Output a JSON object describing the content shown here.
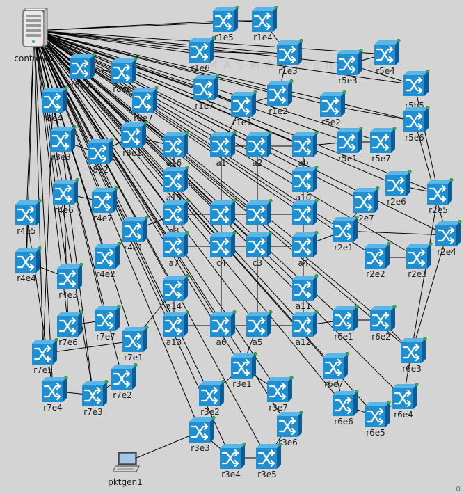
{
  "colors": {
    "background": "#d4d4d4",
    "switch_face": "#1f8fd2",
    "switch_top": "#5bb6e8",
    "switch_side": "#0b5d98",
    "link": "#000000",
    "port_led": "#3cb34a"
  },
  "watermark": "MASMAS scheme",
  "corner_text": "0.",
  "controller": {
    "label": "controller",
    "icon": "server-icon"
  },
  "hosts": [
    {
      "id": "pktgen1",
      "label": "pktgen1",
      "icon": "laptop-icon"
    }
  ],
  "switches": [
    {
      "id": "r1e5",
      "label": "r1e5"
    },
    {
      "id": "r1e4",
      "label": "r1e4"
    },
    {
      "id": "r1e6",
      "label": "r1e6"
    },
    {
      "id": "r1e3",
      "label": "r1e3"
    },
    {
      "id": "r1e7",
      "label": "r1e7"
    },
    {
      "id": "r1e2",
      "label": "r1e2"
    },
    {
      "id": "r1e1",
      "label": "r1e1"
    },
    {
      "id": "r8e5",
      "label": "r8e5"
    },
    {
      "id": "r8e6",
      "label": "r8e6"
    },
    {
      "id": "r8e7",
      "label": "r8e7"
    },
    {
      "id": "r8e4",
      "label": "r8e4"
    },
    {
      "id": "r8e3",
      "label": "r8e3"
    },
    {
      "id": "r8e2",
      "label": "r8e2"
    },
    {
      "id": "r8e1",
      "label": "r8e1"
    },
    {
      "id": "r5e4",
      "label": "r5e4"
    },
    {
      "id": "r5e3",
      "label": "r5e3"
    },
    {
      "id": "r5b5",
      "label": "r5b5"
    },
    {
      "id": "r5e2",
      "label": "r5e2"
    },
    {
      "id": "r5e6",
      "label": "r5e6"
    },
    {
      "id": "r5e1",
      "label": "r5e1"
    },
    {
      "id": "r5e7",
      "label": "r5e7"
    },
    {
      "id": "a16",
      "label": "a16"
    },
    {
      "id": "a1",
      "label": "a1"
    },
    {
      "id": "a2",
      "label": "a2"
    },
    {
      "id": "ab",
      "label": "ab"
    },
    {
      "id": "a10",
      "label": "a10"
    },
    {
      "id": "a15",
      "label": "a15"
    },
    {
      "id": "a8",
      "label": "a8"
    },
    {
      "id": "c1",
      "label": ""
    },
    {
      "id": "c2",
      "label": ""
    },
    {
      "id": "c3mid",
      "label": ""
    },
    {
      "id": "a7",
      "label": "a7"
    },
    {
      "id": "c4",
      "label": "c4"
    },
    {
      "id": "c3",
      "label": "c3"
    },
    {
      "id": "a4",
      "label": "a4"
    },
    {
      "id": "a14",
      "label": "a14"
    },
    {
      "id": "a11",
      "label": "a11"
    },
    {
      "id": "a13",
      "label": "a13"
    },
    {
      "id": "a6",
      "label": "a6"
    },
    {
      "id": "a5",
      "label": "a5"
    },
    {
      "id": "a12",
      "label": "a12"
    },
    {
      "id": "r2e6",
      "label": "r2e6"
    },
    {
      "id": "r2e5",
      "label": "r2e5"
    },
    {
      "id": "r2e7",
      "label": "r2e7"
    },
    {
      "id": "r2e1",
      "label": "r2e1"
    },
    {
      "id": "r2e4",
      "label": "r2e4"
    },
    {
      "id": "r2e2",
      "label": "r2e2"
    },
    {
      "id": "r2e3",
      "label": "r2e3"
    },
    {
      "id": "r4e5",
      "label": "r4e5"
    },
    {
      "id": "r4e6",
      "label": "r4e6"
    },
    {
      "id": "r4e7",
      "label": "r4e7"
    },
    {
      "id": "r4e1",
      "label": "r4e1"
    },
    {
      "id": "r4e4",
      "label": "r4e4"
    },
    {
      "id": "r4e2",
      "label": "r4e2"
    },
    {
      "id": "r4e3",
      "label": "r4e3"
    },
    {
      "id": "r7e6",
      "label": "r7e6"
    },
    {
      "id": "r7e7",
      "label": "r7e7"
    },
    {
      "id": "r7e1",
      "label": "r7e1"
    },
    {
      "id": "r7e5",
      "label": "r7e5"
    },
    {
      "id": "r7e4",
      "label": "r7e4"
    },
    {
      "id": "r7e3",
      "label": "r7e3"
    },
    {
      "id": "r7e2",
      "label": "r7e2"
    },
    {
      "id": "r6e1",
      "label": "r6e1"
    },
    {
      "id": "r6e2",
      "label": "r6e2"
    },
    {
      "id": "r6e3",
      "label": "r6e3"
    },
    {
      "id": "r6e7",
      "label": "r6e7"
    },
    {
      "id": "r6e6",
      "label": "r6e6"
    },
    {
      "id": "r6e5",
      "label": "r6e5"
    },
    {
      "id": "r6e4",
      "label": "r6e4"
    },
    {
      "id": "r3e1",
      "label": "r3e1"
    },
    {
      "id": "r3e2",
      "label": "r3e2"
    },
    {
      "id": "r3e7",
      "label": "r3e7"
    },
    {
      "id": "r3e3",
      "label": "r3e3"
    },
    {
      "id": "r3e6",
      "label": "r3e6"
    },
    {
      "id": "r3e4",
      "label": "r3e4"
    },
    {
      "id": "r3e5",
      "label": "r3e5"
    }
  ],
  "links": [
    [
      "a1",
      "a2"
    ],
    [
      "a2",
      "ab"
    ],
    [
      "a1",
      "c1"
    ],
    [
      "a2",
      "c2"
    ],
    [
      "ab",
      "a10"
    ],
    [
      "a10",
      "c3mid"
    ],
    [
      "a16",
      "a15"
    ],
    [
      "a15",
      "a8"
    ],
    [
      "a8",
      "c1"
    ],
    [
      "c1",
      "c2"
    ],
    [
      "c2",
      "c3mid"
    ],
    [
      "a8",
      "a7"
    ],
    [
      "a7",
      "c4"
    ],
    [
      "c4",
      "c3"
    ],
    [
      "c3",
      "a4"
    ],
    [
      "c1",
      "c4"
    ],
    [
      "c2",
      "c3"
    ],
    [
      "c3mid",
      "a4"
    ],
    [
      "a14",
      "a13"
    ],
    [
      "a13",
      "a6"
    ],
    [
      "a6",
      "a5"
    ],
    [
      "a5",
      "a12"
    ],
    [
      "a11",
      "a12"
    ],
    [
      "c4",
      "a6"
    ],
    [
      "c3",
      "a5"
    ],
    [
      "a4",
      "a11"
    ],
    [
      "r1e5",
      "r1e4"
    ],
    [
      "r1e4",
      "r1e3"
    ],
    [
      "r1e6",
      "r1e3"
    ],
    [
      "r1e3",
      "r1e2"
    ],
    [
      "r1e7",
      "r1e1"
    ],
    [
      "r1e1",
      "r1e2"
    ],
    [
      "r1e1",
      "a1"
    ],
    [
      "r8e5",
      "r8e6"
    ],
    [
      "r8e6",
      "r8e7"
    ],
    [
      "r8e4",
      "r8e3"
    ],
    [
      "r8e3",
      "r8e2"
    ],
    [
      "r8e2",
      "r8e1"
    ],
    [
      "r8e1",
      "a16"
    ],
    [
      "r5e4",
      "r5e3"
    ],
    [
      "r5e3",
      "r5b5"
    ],
    [
      "r5e2",
      "r5e6"
    ],
    [
      "r5e1",
      "r5e7"
    ],
    [
      "r5e1",
      "ab"
    ],
    [
      "r2e6",
      "r2e5"
    ],
    [
      "r2e7",
      "r2e1"
    ],
    [
      "r2e1",
      "r2e4"
    ],
    [
      "r2e2",
      "r2e3"
    ],
    [
      "r2e1",
      "a4"
    ],
    [
      "r4e5",
      "r4e4"
    ],
    [
      "r4e6",
      "r4e7"
    ],
    [
      "r4e1",
      "r4e2"
    ],
    [
      "r4e4",
      "r4e3"
    ],
    [
      "r4e1",
      "a8"
    ],
    [
      "r7e6",
      "r7e7"
    ],
    [
      "r7e1",
      "r7e5"
    ],
    [
      "r7e4",
      "r7e3"
    ],
    [
      "r7e3",
      "r7e2"
    ],
    [
      "r7e1",
      "a14"
    ],
    [
      "r6e1",
      "r6e2"
    ],
    [
      "r6e2",
      "r6e3"
    ],
    [
      "r6e7",
      "r6e6"
    ],
    [
      "r6e6",
      "r6e5"
    ],
    [
      "r6e5",
      "r6e4"
    ],
    [
      "r6e1",
      "a12"
    ],
    [
      "r3e1",
      "r3e2"
    ],
    [
      "r3e1",
      "r3e7"
    ],
    [
      "r3e3",
      "r3e4"
    ],
    [
      "r3e4",
      "r3e5"
    ],
    [
      "r3e5",
      "r3e6"
    ],
    [
      "r3e1",
      "a5"
    ],
    [
      "pktgen1",
      "r3e3"
    ],
    [
      "r2e5",
      "r6e4"
    ],
    [
      "r2e4",
      "r6e3"
    ],
    [
      "r5e6",
      "r2e4"
    ],
    [
      "r5b5",
      "r2e5"
    ],
    [
      "r8e4",
      "r7e5"
    ],
    [
      "r4e5",
      "r7e4"
    ],
    [
      "r4e6",
      "r7e6"
    ],
    [
      "r8e3",
      "r7e3"
    ]
  ]
}
